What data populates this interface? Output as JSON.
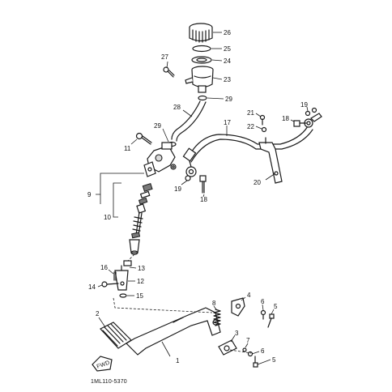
{
  "callouts": {
    "c1": "1",
    "c2": "2",
    "c3": "3",
    "c4": "4",
    "c5a": "5",
    "c5b": "5",
    "c6a": "6",
    "c6b": "6",
    "c7": "7",
    "c8": "8",
    "c9": "9",
    "c10": "10",
    "c11": "11",
    "c12": "12",
    "c13": "13",
    "c14": "14",
    "c15": "15",
    "c16": "16",
    "c17": "17",
    "c18a": "18",
    "c18b": "18",
    "c19a": "19",
    "c19b": "19",
    "c20": "20",
    "c21": "21",
    "c22": "22",
    "c23": "23",
    "c24": "24",
    "c25": "25",
    "c26": "26",
    "c27": "27",
    "c28": "28",
    "c29a": "29",
    "c29b": "29"
  },
  "diagram_code": "1ML110-5370",
  "direction_mark": "FWD"
}
